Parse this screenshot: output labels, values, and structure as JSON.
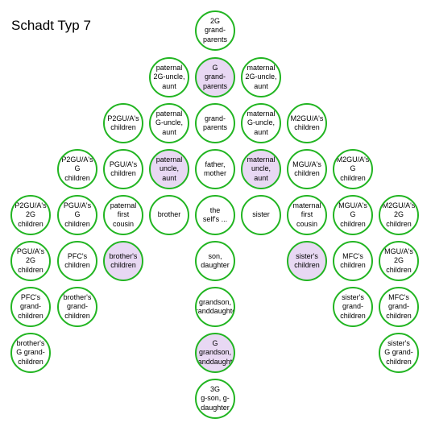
{
  "title": "Schadt Typ 7",
  "colors": {
    "border": "#22b522",
    "highlight": "#e8d8f3",
    "background": "#ffffff"
  },
  "nodes": [
    {
      "id": "2g-grandparents",
      "label": "2G\ngrand-\nparents",
      "highlight": false
    },
    {
      "id": "paternal-2g-uncle-aunt",
      "label": "paternal\n2G-uncle,\naunt",
      "highlight": false
    },
    {
      "id": "g-grandparents",
      "label": "G\ngrand-\nparents",
      "highlight": true
    },
    {
      "id": "maternal-2g-uncle-aunt",
      "label": "maternal\n2G-uncle,\naunt",
      "highlight": false
    },
    {
      "id": "p2gua-children",
      "label": "P2GU/A's\nchildren",
      "highlight": false
    },
    {
      "id": "paternal-g-uncle-aunt",
      "label": "paternal\nG-uncle,\naunt",
      "highlight": false
    },
    {
      "id": "grandparents",
      "label": "grand-\nparents",
      "highlight": false
    },
    {
      "id": "maternal-g-uncle-aunt",
      "label": "maternal\nG-uncle,\naunt",
      "highlight": false
    },
    {
      "id": "m2gua-children",
      "label": "M2GU/A's\nchildren",
      "highlight": false
    },
    {
      "id": "p2gua-g-children",
      "label": "P2GU/A's\nG\nchildren",
      "highlight": false
    },
    {
      "id": "pgua-children",
      "label": "PGU/A's\nchildren",
      "highlight": false
    },
    {
      "id": "paternal-uncle-aunt",
      "label": "paternal\nuncle,\naunt",
      "highlight": true
    },
    {
      "id": "father-mother",
      "label": "father,\nmother",
      "highlight": false
    },
    {
      "id": "maternal-uncle-aunt",
      "label": "maternal\nuncle,\naunt",
      "highlight": true
    },
    {
      "id": "mgua-children",
      "label": "MGU/A's\nchildren",
      "highlight": false
    },
    {
      "id": "m2gua-g-children",
      "label": "M2GU/A's\nG\nchildren",
      "highlight": false
    },
    {
      "id": "p2gua-2g-children",
      "label": "P2GU/A's\n2G\nchildren",
      "highlight": false
    },
    {
      "id": "pgua-g-children",
      "label": "PGU/A's\nG\nchildren",
      "highlight": false
    },
    {
      "id": "paternal-first-cousin",
      "label": "paternal\nfirst\ncousin",
      "highlight": false
    },
    {
      "id": "brother",
      "label": "brother",
      "highlight": false
    },
    {
      "id": "the-selfs",
      "label": "the\nself's ...",
      "highlight": false
    },
    {
      "id": "sister",
      "label": "sister",
      "highlight": false
    },
    {
      "id": "maternal-first-cousin",
      "label": "maternal\nfirst\ncousin",
      "highlight": false
    },
    {
      "id": "mgua-g-children",
      "label": "MGU/A's\nG\nchildren",
      "highlight": false
    },
    {
      "id": "m2gua-2g-children",
      "label": "M2GU/A's\n2G\nchildren",
      "highlight": false
    },
    {
      "id": "pgua-2g-children",
      "label": "PGU/A's\n2G\nchildren",
      "highlight": false
    },
    {
      "id": "pfc-children",
      "label": "PFC's\nchildren",
      "highlight": false
    },
    {
      "id": "brothers-children",
      "label": "brother's\nchildren",
      "highlight": true
    },
    {
      "id": "son-daughter",
      "label": "son,\ndaughter",
      "highlight": false
    },
    {
      "id": "sisters-children",
      "label": "sister's\nchildren",
      "highlight": true
    },
    {
      "id": "mfc-children",
      "label": "MFC's\nchildren",
      "highlight": false
    },
    {
      "id": "mgua-2g-children",
      "label": "MGU/A's\n2G\nchildren",
      "highlight": false
    },
    {
      "id": "pfc-grandchildren",
      "label": "PFC's\ngrand-\nchildren",
      "highlight": false
    },
    {
      "id": "brothers-grandchildren",
      "label": "brother's\ngrand-\nchildren",
      "highlight": false
    },
    {
      "id": "grandson-granddaughter",
      "label": "grandson,\ngranddaughter",
      "highlight": false
    },
    {
      "id": "sisters-grandchildren",
      "label": "sister's\ngrand-\nchildren",
      "highlight": false
    },
    {
      "id": "mfc-grandchildren",
      "label": "MFC's\ngrand-\nchildren",
      "highlight": false
    },
    {
      "id": "brothers-g-grandchildren",
      "label": "brother's\nG grand-\nchildren",
      "highlight": false
    },
    {
      "id": "g-grandson-granddaughter",
      "label": "G\ngrandson,\ngranddaughter",
      "highlight": true
    },
    {
      "id": "sisters-g-grandchildren",
      "label": "sister's\nG grand-\nchildren",
      "highlight": false
    },
    {
      "id": "3g-gson-gdaughter",
      "label": "3G\ng-son, g-\ndaughter",
      "highlight": false
    }
  ]
}
